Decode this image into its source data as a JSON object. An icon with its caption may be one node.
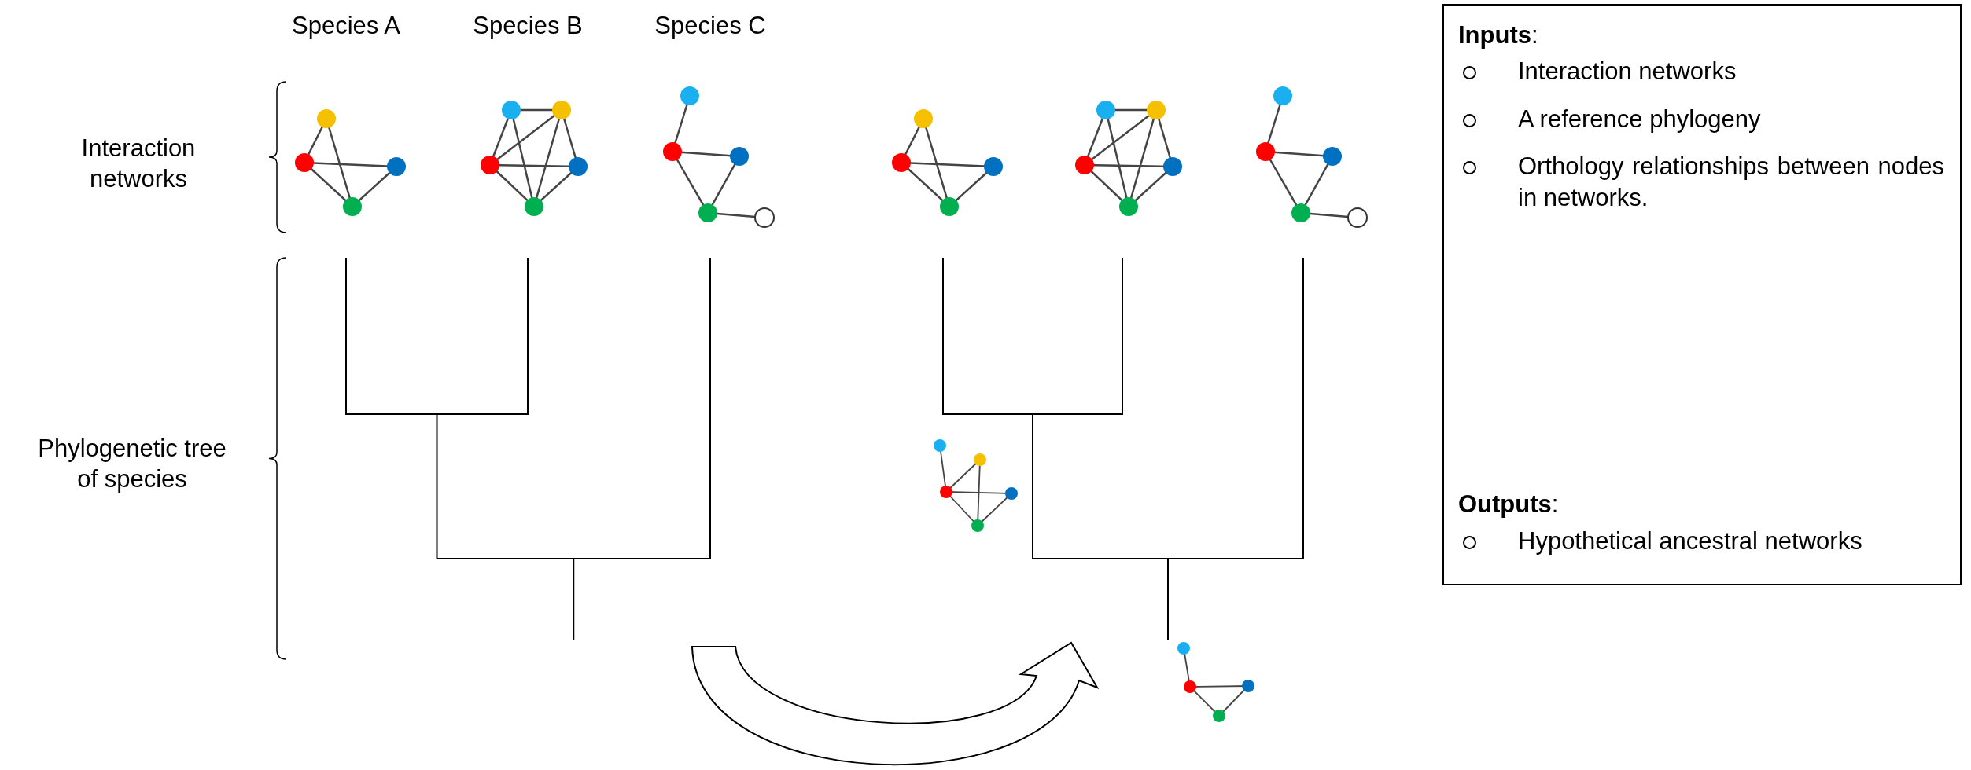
{
  "diagram": {
    "nodes": [
      {
        "text": [
          "**Inputs**:",
          "Interaction networks",
          "A reference phylogeny",
          "Orthology relationships between nodes in networks.",
          "**Outputs**:",
          "Hypothetical ancestral networks"
        ]
      }
    ],
    "labels": [
      "Species A",
      "Species B",
      "Species C",
      "Interaction networks",
      "Phylogenetic tree of species"
    ]
  }
}
